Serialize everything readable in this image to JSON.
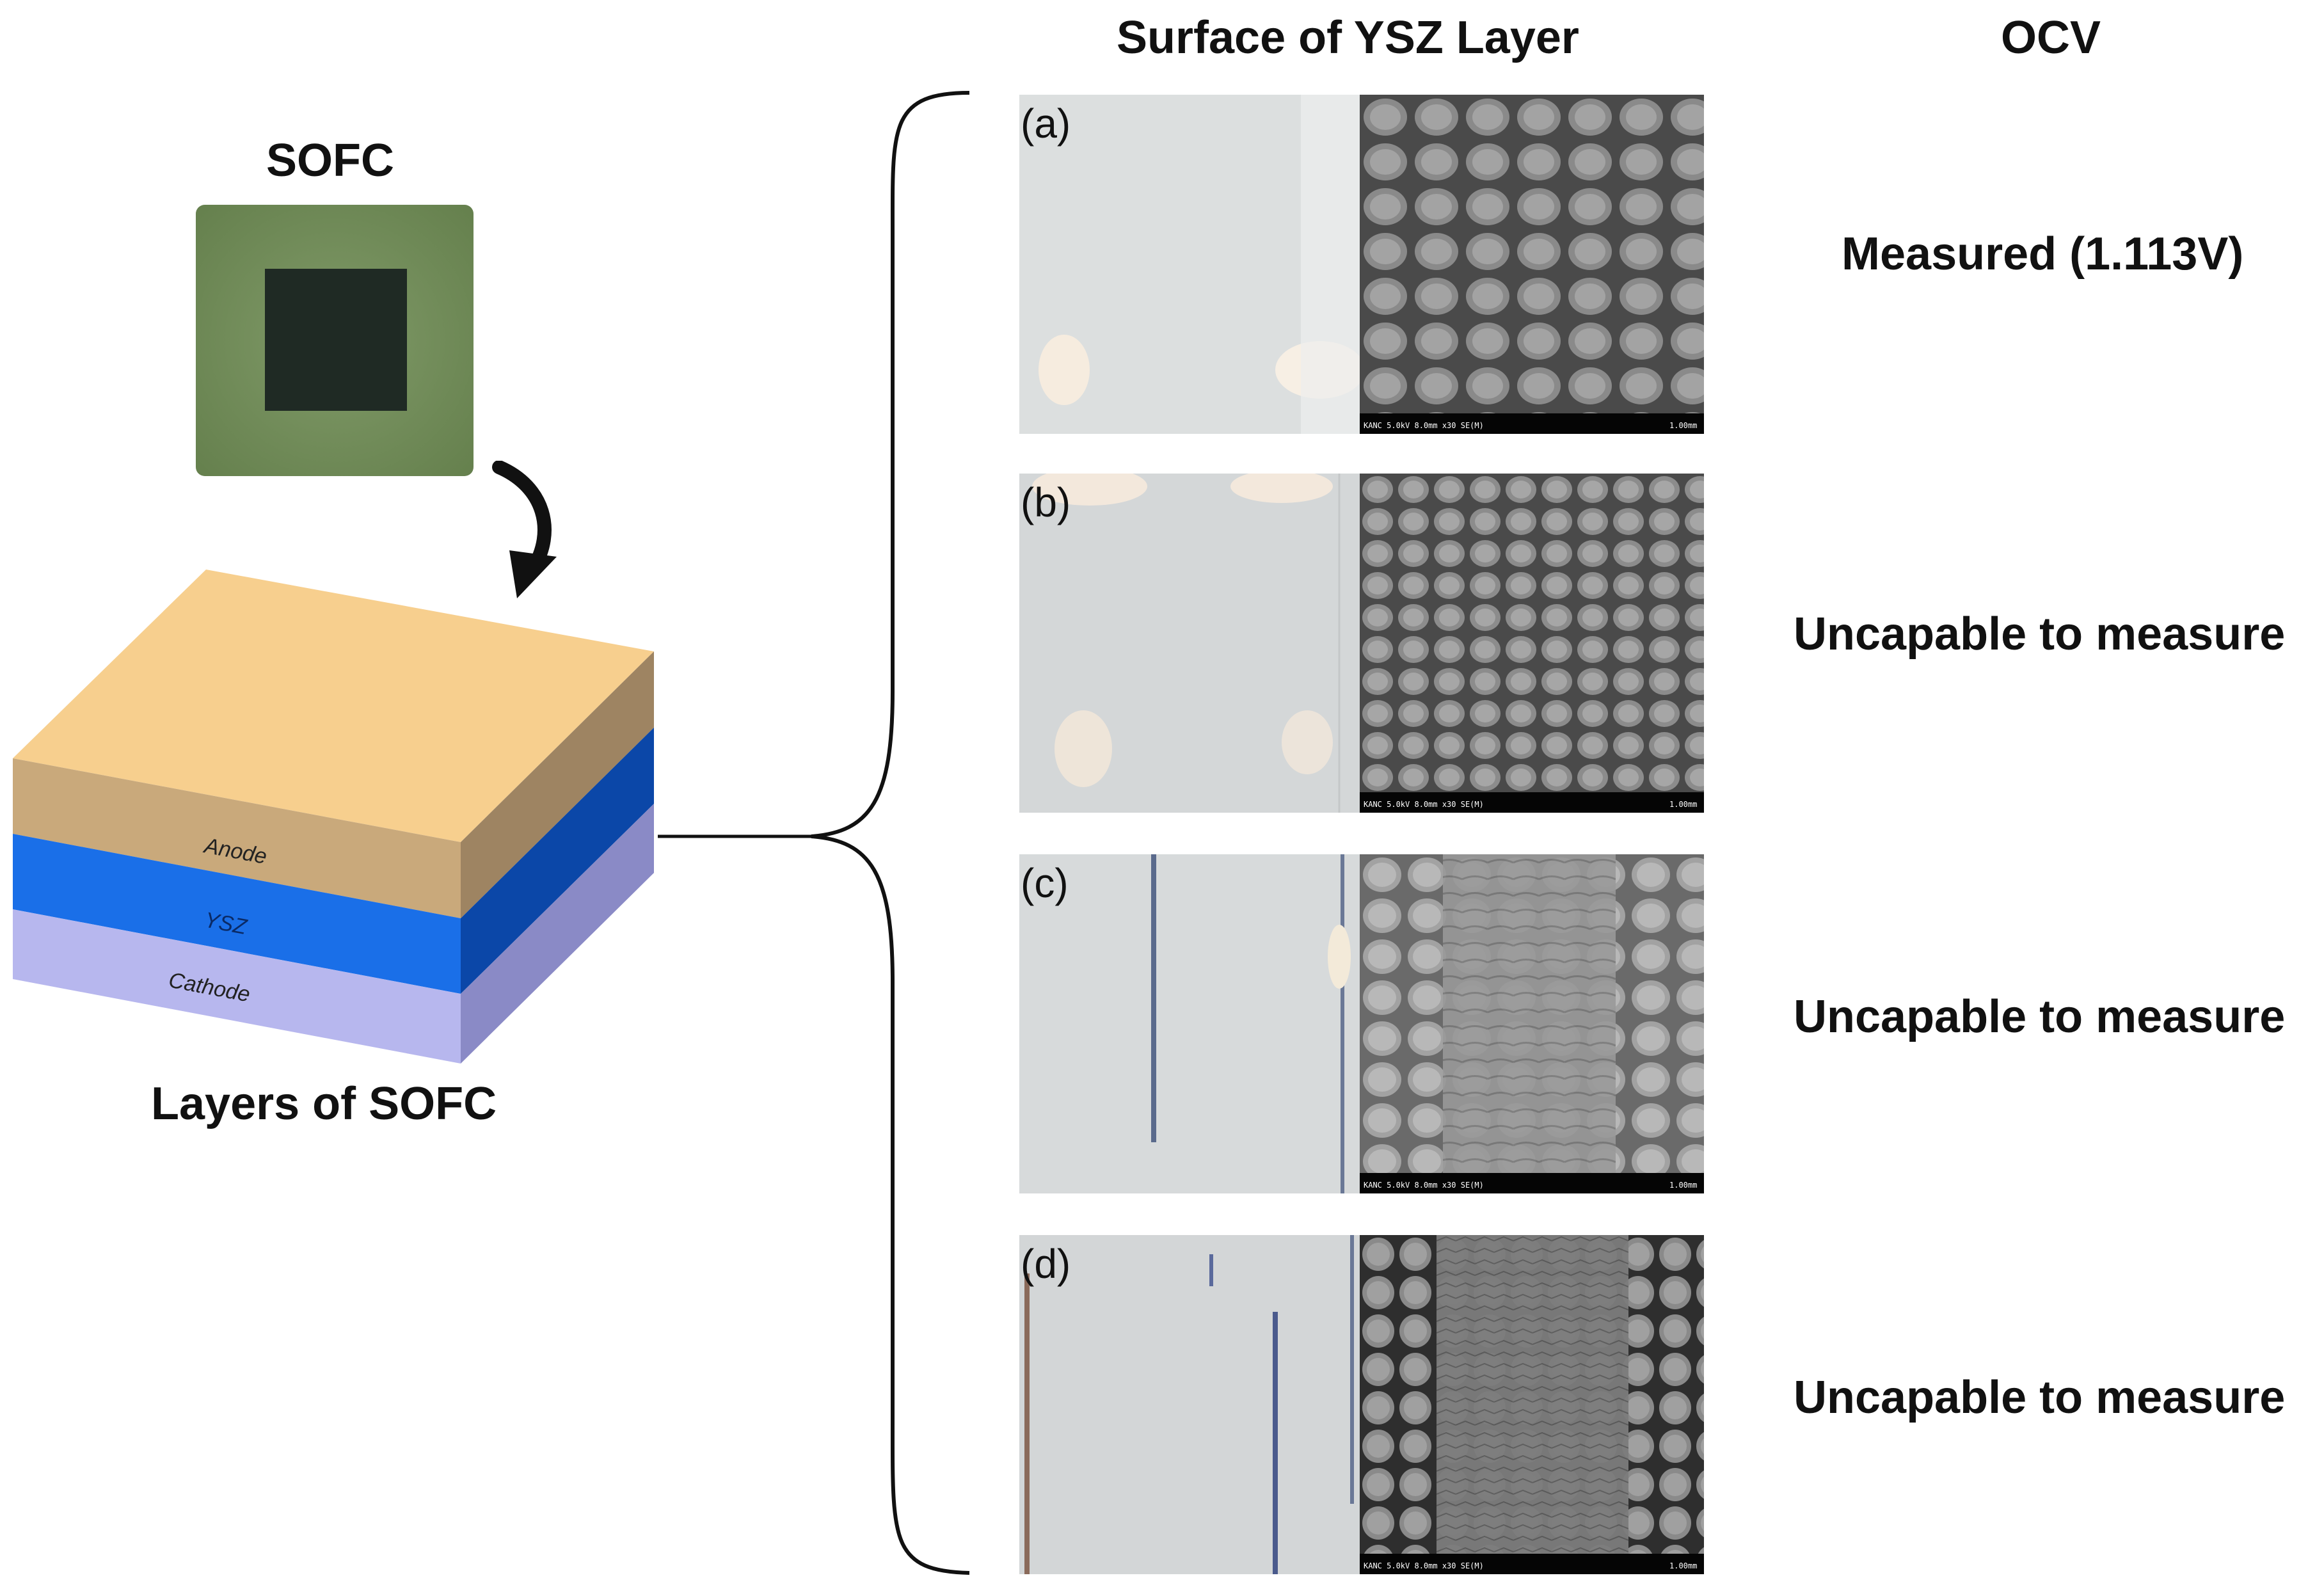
{
  "sofc_title": "SOFC",
  "layers_caption": "Layers of SOFC",
  "layer_labels": {
    "anode": "Anode",
    "ysz": "YSZ",
    "cathode": "Cathode"
  },
  "header_surface": "Surface of YSZ Layer",
  "header_ocv": "OCV",
  "panels": [
    {
      "label": "(a)",
      "ocv": "Measured (1.113V)",
      "sem_info": "KANC 5.0kV 8.0mm x30 SE(M)",
      "sem_scale": "1.00mm"
    },
    {
      "label": "(b)",
      "ocv": "Uncapable to measure",
      "sem_info": "KANC 5.0kV 8.0mm x30 SE(M)",
      "sem_scale": "1.00mm"
    },
    {
      "label": "(c)",
      "ocv": "Uncapable to measure",
      "sem_info": "KANC 5.0kV 8.0mm x30 SE(M)",
      "sem_scale": "1.00mm"
    },
    {
      "label": "(d)",
      "ocv": "Uncapable to measure",
      "sem_info": "KANC 5.0kV 8.0mm x30 SE(M)",
      "sem_scale": "1.00mm"
    }
  ],
  "colors": {
    "anode_top": "#f7cf8e",
    "anode_front": "#c9a97b",
    "anode_side": "#9e8462",
    "ysz_front": "#1a6fe8",
    "ysz_side": "#0b47a8",
    "cathode_front": "#b7b7ee",
    "cathode_side": "#8a8ac6",
    "cell_frame": "#7a9462",
    "cell_center": "#1f2a24"
  }
}
